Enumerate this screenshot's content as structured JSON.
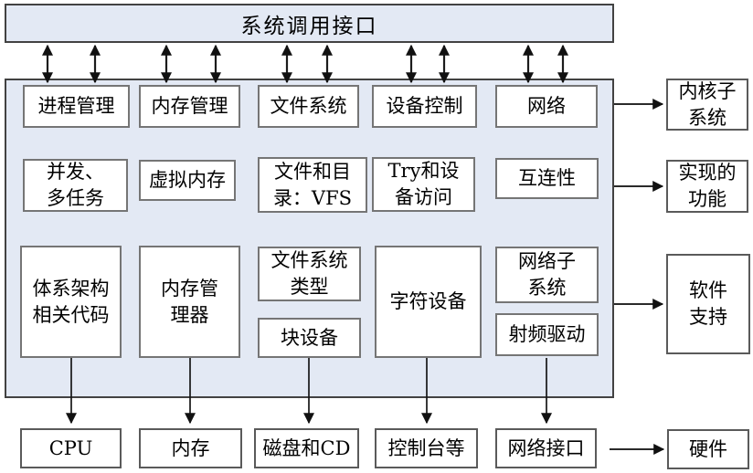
{
  "title_bar": {
    "label": "系统调用接口"
  },
  "row1": [
    {
      "label": "进程管理"
    },
    {
      "label": "内存管理"
    },
    {
      "label": "文件系统"
    },
    {
      "label": "设备控制"
    },
    {
      "label": "网络"
    }
  ],
  "row2": [
    {
      "label": "并发、\n多任务"
    },
    {
      "label": "虚拟内存"
    },
    {
      "label": "文件和目\n录：VFS"
    },
    {
      "label": "Try和设\n备访问"
    },
    {
      "label": "互连性"
    }
  ],
  "row3": [
    {
      "label": "体系架构\n相关代码"
    },
    {
      "label": "内存管\n理器"
    },
    {
      "label": "文件系统\n类型"
    },
    {
      "label": "块设备"
    },
    {
      "label": "字符设备"
    },
    {
      "label": "网络子\n系统"
    },
    {
      "label": "射频驱动"
    }
  ],
  "hardware_row": [
    {
      "label": "CPU"
    },
    {
      "label": "内存"
    },
    {
      "label": "磁盘和CD"
    },
    {
      "label": "控制台等"
    },
    {
      "label": "网络接口"
    }
  ],
  "side_labels": [
    {
      "label": "内核子\n系统"
    },
    {
      "label": "实现的\n功能"
    },
    {
      "label": "软件\n支持"
    },
    {
      "label": "硬件"
    }
  ],
  "colors": {
    "panel_fill": "#e3e9f4",
    "panel_border": "#424242",
    "box_border": "#757575",
    "arrow": "#111111",
    "text": "#000000"
  }
}
